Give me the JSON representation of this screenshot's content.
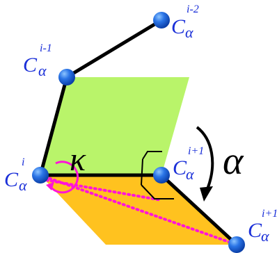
{
  "colors": {
    "green_plane": "#b9f46a",
    "orange_plane": "#ffc21f",
    "backbone": "#000000",
    "dotted": "#ff14d8",
    "atom": "#1a66d9",
    "label": "#1a2fd8",
    "angle_arc": "#ff14d8"
  },
  "labels": {
    "atom_im2": {
      "base": "C",
      "sub": "α",
      "sup": "i-2"
    },
    "atom_im1": {
      "base": "C",
      "sub": "α",
      "sup": "i-1"
    },
    "atom_i": {
      "base": "C",
      "sub": "α",
      "sup": "i"
    },
    "atom_ip1": {
      "base": "C",
      "sub": "α",
      "sup": "i+1"
    },
    "atom_ip2": {
      "base": "C",
      "sub": "α",
      "sup": "i+1"
    },
    "kappa": "κ",
    "alpha": "α"
  }
}
